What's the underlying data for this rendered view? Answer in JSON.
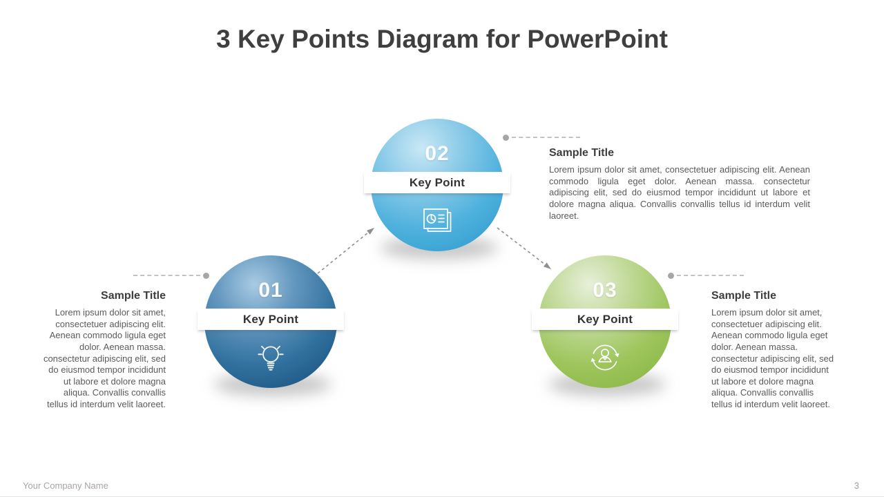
{
  "title": "3 Key Points Diagram for PowerPoint",
  "points": [
    {
      "number": "01",
      "label": "Key Point",
      "icon": "lightbulb-icon",
      "sample_title": "Sample Title",
      "body": "Lorem ipsum dolor sit amet, consectetuer adipiscing elit. Aenean commodo ligula eget dolor. Aenean massa. consectetur adipiscing elit, sed do eiusmod tempor incididunt ut labore et dolore magna aliqua. Convallis convallis tellus id interdum velit laoreet.",
      "color": "#2a6d9e"
    },
    {
      "number": "02",
      "label": "Key Point",
      "icon": "presentation-slides-icon",
      "sample_title": "Sample Title",
      "body": "Lorem ipsum dolor sit amet, consectetuer adipiscing elit. Aenean commodo ligula eget dolor. Aenean massa. consectetur adipiscing elit, sed do eiusmod tempor incididunt ut labore et dolore magna aliqua. Convallis convallis tellus id interdum velit laoreet.",
      "color": "#41abda"
    },
    {
      "number": "03",
      "label": "Key Point",
      "icon": "person-sync-icon",
      "sample_title": "Sample Title",
      "body": "Lorem ipsum dolor sit amet, consectetuer adipiscing elit. Aenean commodo ligula eget dolor. Aenean massa. consectetur adipiscing elit, sed do eiusmod tempor incididunt ut labore et dolore magna aliqua. Convallis convallis tellus id interdum velit laoreet.",
      "color": "#8cbb4a"
    }
  ],
  "footer": {
    "company_name": "Your Company Name",
    "page_number": "3"
  },
  "colors": {
    "title_text": "#3f3f3f",
    "heading_text": "#3d3d3d",
    "body_text": "#5a5a5a",
    "band_text": "#333333",
    "connector_gray": "#c2c2c2",
    "dot_gray": "#a6a6a6",
    "sphere_01_dark_blue": "#164a77",
    "sphere_02_light_blue": "#2798cc",
    "sphere_03_green": "#83b23e"
  }
}
